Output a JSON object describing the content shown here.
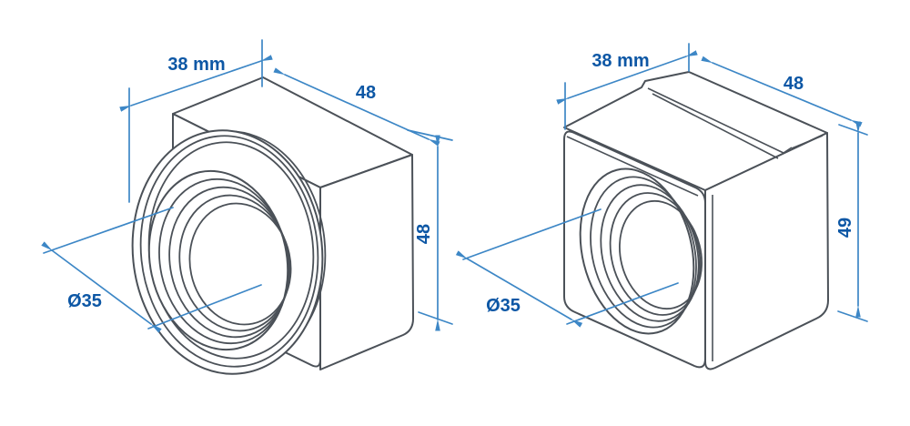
{
  "colors": {
    "outline": "#4b5158",
    "dimension_line": "#3d87c6",
    "dimension_text": "#0d57a5",
    "background": "#ffffff"
  },
  "figure": {
    "left_part": {
      "width_label": "38 mm",
      "depth_label": "48",
      "height_label": "48",
      "bore_label": "Ø35"
    },
    "right_part": {
      "width_label": "38 mm",
      "depth_label": "48",
      "height_label": "49",
      "bore_label": "Ø35"
    }
  }
}
